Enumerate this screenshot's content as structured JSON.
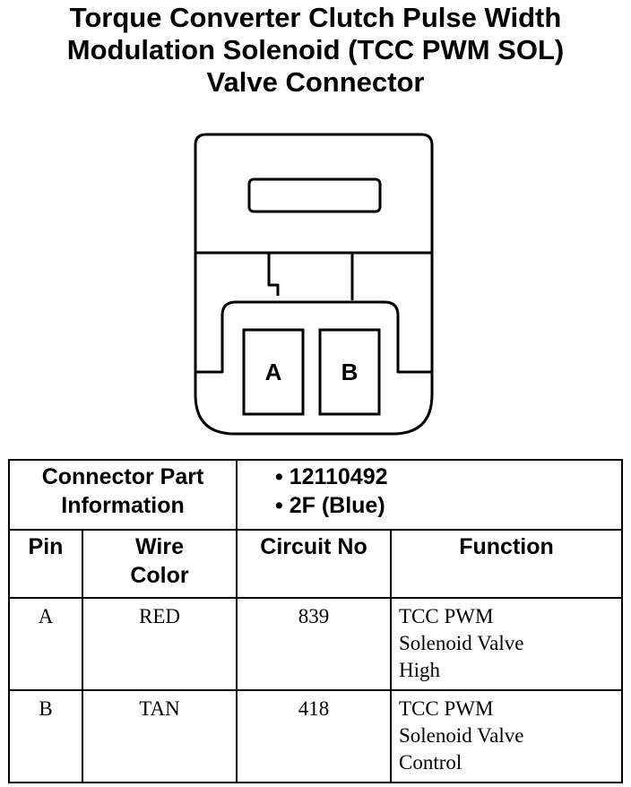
{
  "title": {
    "line1": "Torque Converter Clutch Pulse Width",
    "line2": "Modulation Solenoid (TCC PWM SOL)",
    "line3": "Valve Connector"
  },
  "connector": {
    "pin_a": "A",
    "pin_b": "B"
  },
  "table": {
    "part_info_label_line1": "Connector Part",
    "part_info_label_line2": "Information",
    "part_values": [
      "• 12110492",
      "• 2F (Blue)"
    ],
    "columns": {
      "pin": "Pin",
      "wire_color_line1": "Wire",
      "wire_color_line2": "Color",
      "circuit_no": "Circuit No",
      "function": "Function"
    },
    "rows": [
      {
        "pin": "A",
        "wire_color": "RED",
        "circuit_no": "839",
        "function": [
          "TCC PWM",
          "Solenoid Valve",
          "High"
        ]
      },
      {
        "pin": "B",
        "wire_color": "TAN",
        "circuit_no": "418",
        "function": [
          "TCC PWM",
          "Solenoid Valve",
          "Control"
        ]
      }
    ]
  }
}
